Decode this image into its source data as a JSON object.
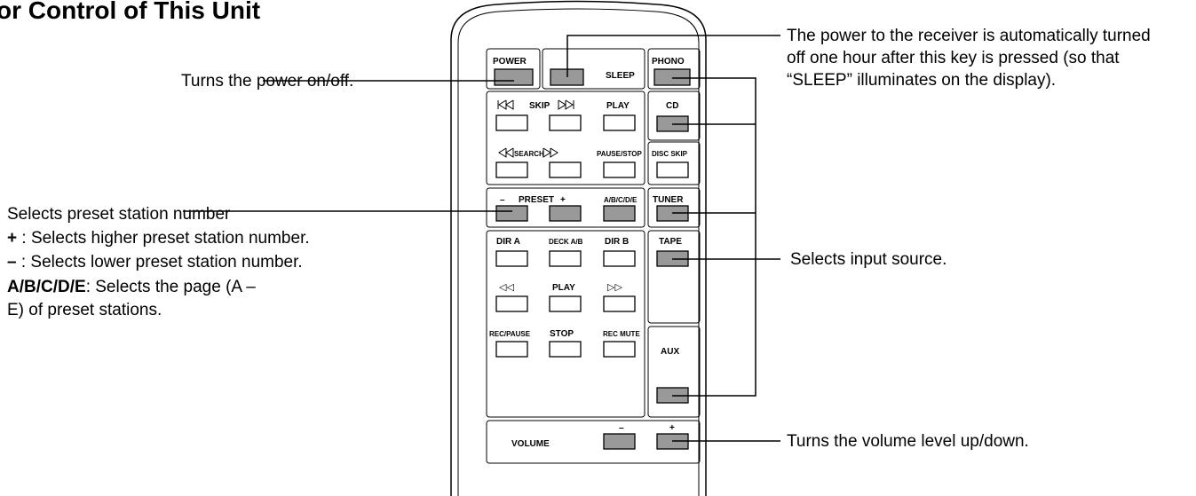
{
  "page_title": "or Control of This Unit",
  "callouts": {
    "power": "Turns the power on/off.",
    "sleep": "The power to the receiver is automatically turned off one hour after this key is pressed (so that “SLEEP” illuminates on the display).",
    "preset_heading": "Selects preset station number",
    "preset_plus_key": "+",
    "preset_plus_desc": " : Selects higher preset station number.",
    "preset_minus_key": "–",
    "preset_minus_desc": " : Selects lower preset station number.",
    "preset_abcde_key": "A/B/C/D/E",
    "preset_abcde_desc": ":   Selects the page (A – E) of preset stations.",
    "input": "Selects input source.",
    "volume": "Turns the volume level up/down."
  },
  "remote": {
    "power": "POWER",
    "sleep": "SLEEP",
    "phono": "PHONO",
    "skip": "SKIP",
    "play": "PLAY",
    "cd": "CD",
    "search": "SEARCH",
    "pause_stop": "PAUSE/STOP",
    "disc_skip": "DISC SKIP",
    "preset_minus": "–",
    "preset": "PRESET",
    "preset_plus": "+",
    "abcde": "A/B/C/D/E",
    "tuner": "TUNER",
    "dir_a": "DIR A",
    "deck_ab": "DECK A/B",
    "dir_b": "DIR B",
    "tape": "TAPE",
    "rew_sym": "◁◁",
    "play2": "PLAY",
    "ff_sym": "▷▷",
    "rec_pause": "REC/PAUSE",
    "stop": "STOP",
    "rec_mute": "REC MUTE",
    "aux": "AUX",
    "volume": "VOLUME",
    "vol_minus": "–",
    "vol_plus": "+"
  }
}
